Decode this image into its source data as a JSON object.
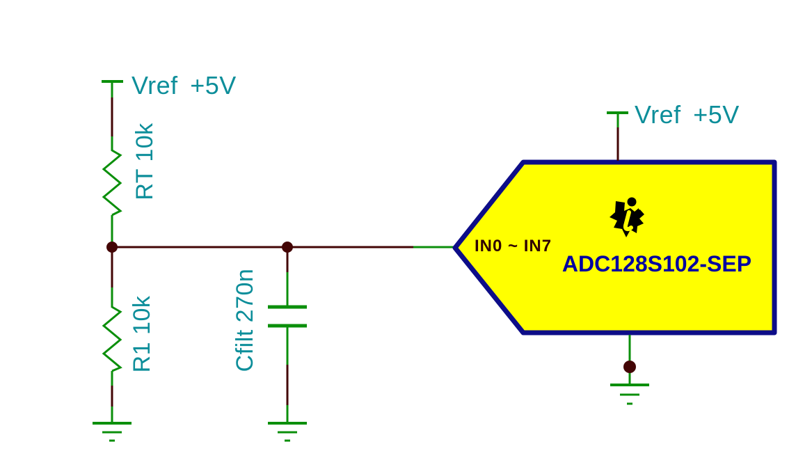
{
  "schematic": {
    "power_ports": {
      "left_label": "Vref +5V",
      "right_label": "Vref +5V"
    },
    "components": {
      "rt": {
        "label": "RT 10k",
        "kind": "resistor"
      },
      "r1": {
        "label": "R1 10k",
        "kind": "resistor"
      },
      "cfilt": {
        "label": "Cfilt 270n",
        "kind": "capacitor"
      },
      "adc": {
        "name": "ADC128S102-SEP",
        "pin_label": "IN0 ~ IN7",
        "kind": "adc-ic",
        "logo": "ti-logo-icon"
      }
    },
    "colors": {
      "wire_green": "#0b8f0b",
      "wire_maroon": "#430505",
      "label_teal": "#0d8e9a",
      "chip_fill": "#ffff00",
      "chip_border": "#0d0d88",
      "chip_text": "#0202a0",
      "pin_text": "#2f0202",
      "logo_black": "#000000",
      "bg": "#ffffff"
    }
  }
}
